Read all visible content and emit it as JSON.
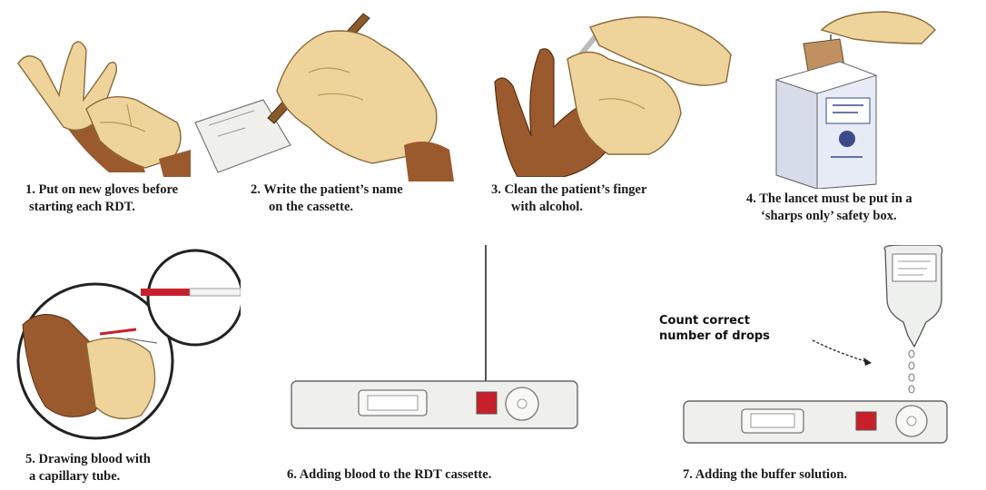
{
  "steps": [
    {
      "number": "1.",
      "lines": [
        "Put on new gloves before",
        "starting each RDT."
      ]
    },
    {
      "number": "2.",
      "lines": [
        "Write the patient’s name",
        "on the cassette."
      ]
    },
    {
      "number": "3.",
      "lines": [
        "Clean the patient’s finger",
        "with alcohol."
      ]
    },
    {
      "number": "4.",
      "lines": [
        "The lancet must be put in a",
        "‘sharps only’ safety box."
      ]
    },
    {
      "number": "5.",
      "lines": [
        "Drawing blood with",
        "a capillary tube."
      ]
    },
    {
      "number": "6.",
      "lines": [
        "Adding blood to the RDT cassette."
      ]
    },
    {
      "number": "7.",
      "lines": [
        "Adding the buffer solution."
      ]
    }
  ],
  "callout": {
    "lines": [
      "Count correct",
      "number of drops"
    ]
  },
  "colors": {
    "glove": "#eed39a",
    "glove_shade": "#d9b774",
    "skin": "#9a5a2e",
    "blood": "#c8202a",
    "cassette": "#efefec",
    "box": "#e6ebf5"
  }
}
